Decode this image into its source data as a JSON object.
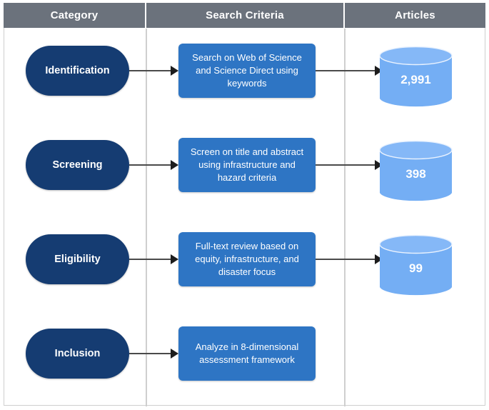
{
  "header": {
    "columns": [
      {
        "label": "Category"
      },
      {
        "label": "Search Criteria"
      },
      {
        "label": "Articles"
      }
    ]
  },
  "colors": {
    "header_bg": "#6b727c",
    "header_text": "#ffffff",
    "pill_bg": "#153c72",
    "criteria_bg": "#2e75c4",
    "cylinder_body": "#74aef4",
    "cylinder_top": "#85b8f7",
    "arrow": "#1d1d1d",
    "border": "#cfcfcf",
    "page_bg": "#ffffff"
  },
  "rows": [
    {
      "category": "Identification",
      "criteria": "Search on Web of Science and Science Direct using keywords",
      "articles": "2,991",
      "has_articles": true
    },
    {
      "category": "Screening",
      "criteria": "Screen on title and abstract using infrastructure and hazard criteria",
      "articles": "398",
      "has_articles": true
    },
    {
      "category": "Eligibility",
      "criteria": "Full-text review based on equity, infrastructure, and disaster focus",
      "articles": "99",
      "has_articles": true
    },
    {
      "category": "Inclusion",
      "criteria": "Analyze in 8-dimensional assessment framework",
      "articles": "",
      "has_articles": false
    }
  ]
}
